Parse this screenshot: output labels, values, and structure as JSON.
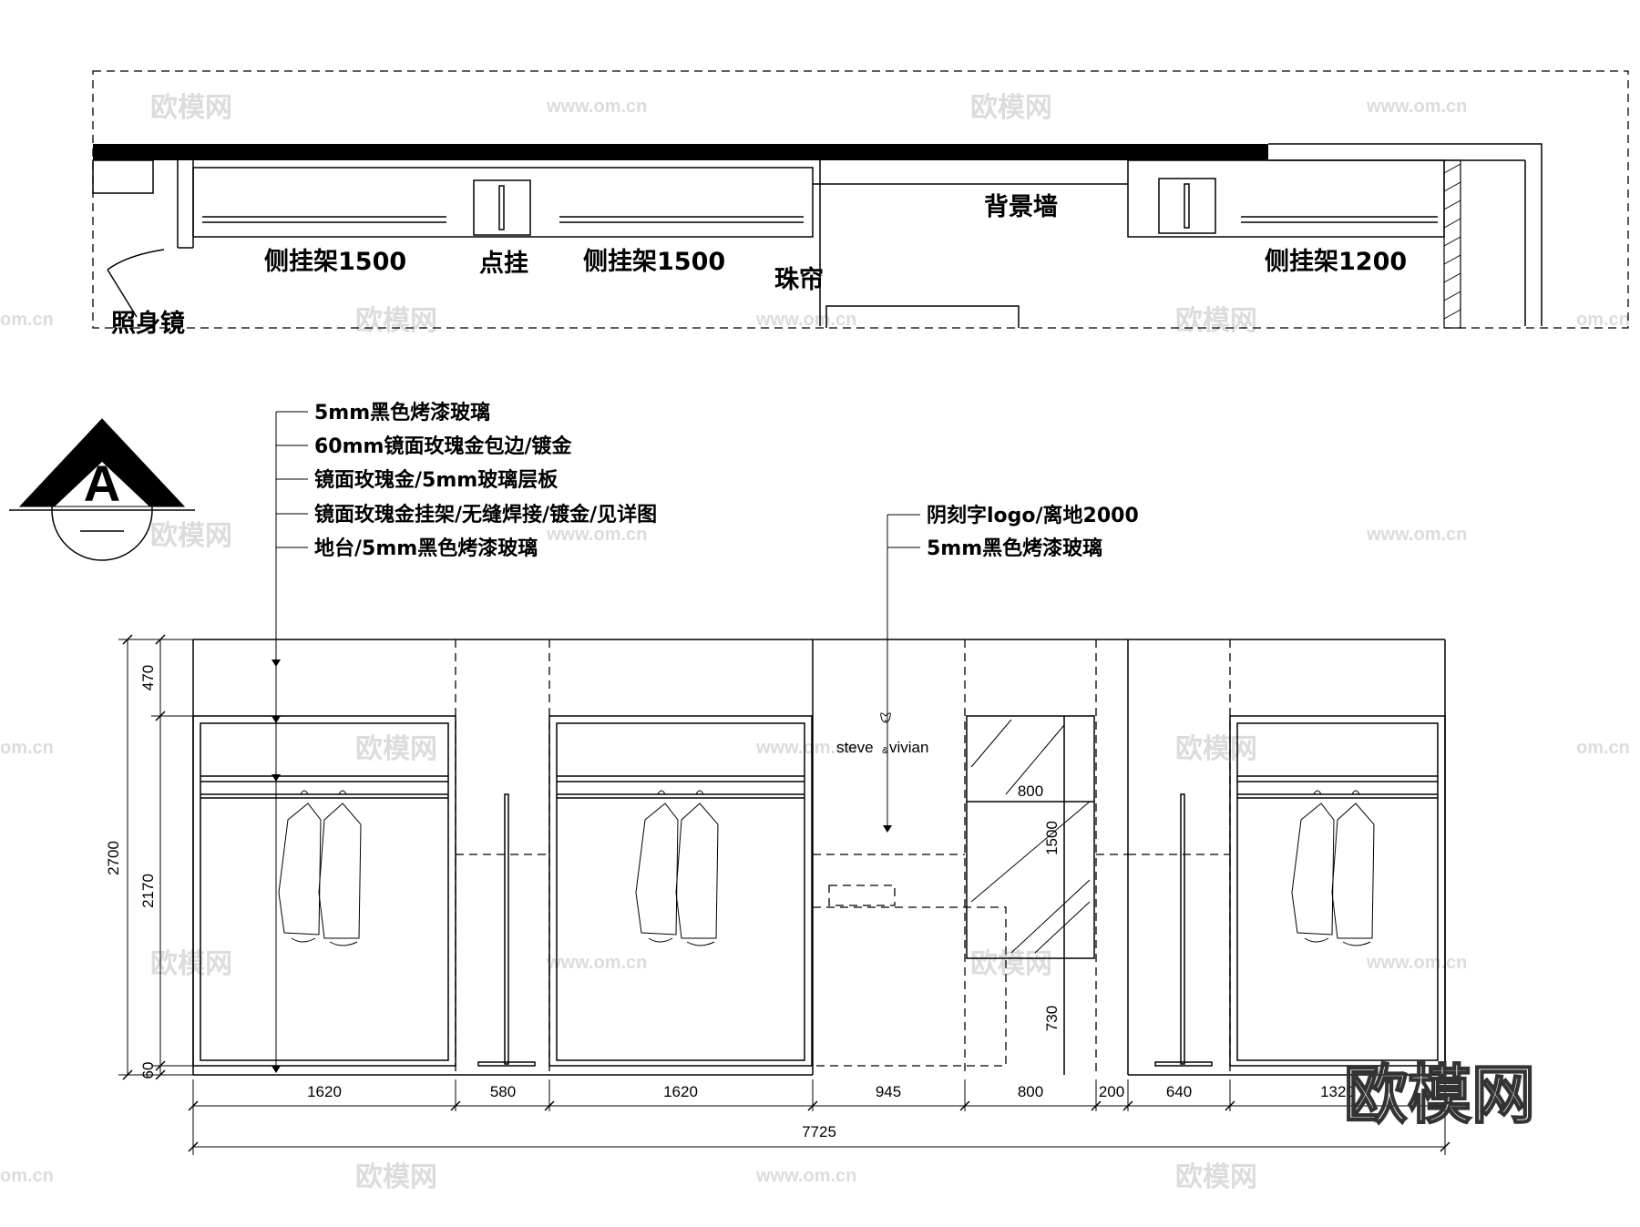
{
  "plan": {
    "labels": {
      "side_rack_1": "侧挂架1500",
      "point_hang": "点挂",
      "side_rack_2": "侧挂架1500",
      "bead_curtain": "珠帘",
      "background_wall": "背景墙",
      "side_rack_3": "侧挂架1200",
      "full_mirror": "照身镜"
    }
  },
  "section_marker": {
    "letter": "A"
  },
  "annotations": {
    "left_group": [
      "5mm黑色烤漆玻璃",
      "60mm镜面玫瑰金包边/镀金",
      "镜面玫瑰金/5mm玻璃层板",
      "镜面玫瑰金挂架/无缝焊接/镀金/见详图",
      "地台/5mm黑色烤漆玻璃"
    ],
    "right_group": [
      "阴刻字logo/离地2000",
      "5mm黑色烤漆玻璃"
    ]
  },
  "logo": {
    "text_left": "steve",
    "amp": "&",
    "text_right": "vivian"
  },
  "dimensions": {
    "vertical_outer": "2700",
    "vertical_top": "470",
    "vertical_mid": "2170",
    "vertical_bottom": "60",
    "mirror_width": "800",
    "mirror_height": "1500",
    "mirror_base": "730",
    "horizontal": [
      "1620",
      "580",
      "1620",
      "945",
      "800",
      "200",
      "640",
      "1320"
    ],
    "total": "7725"
  },
  "watermark": {
    "brand": "欧模网",
    "url": "www.om.cn",
    "url_short": "om.cn"
  }
}
